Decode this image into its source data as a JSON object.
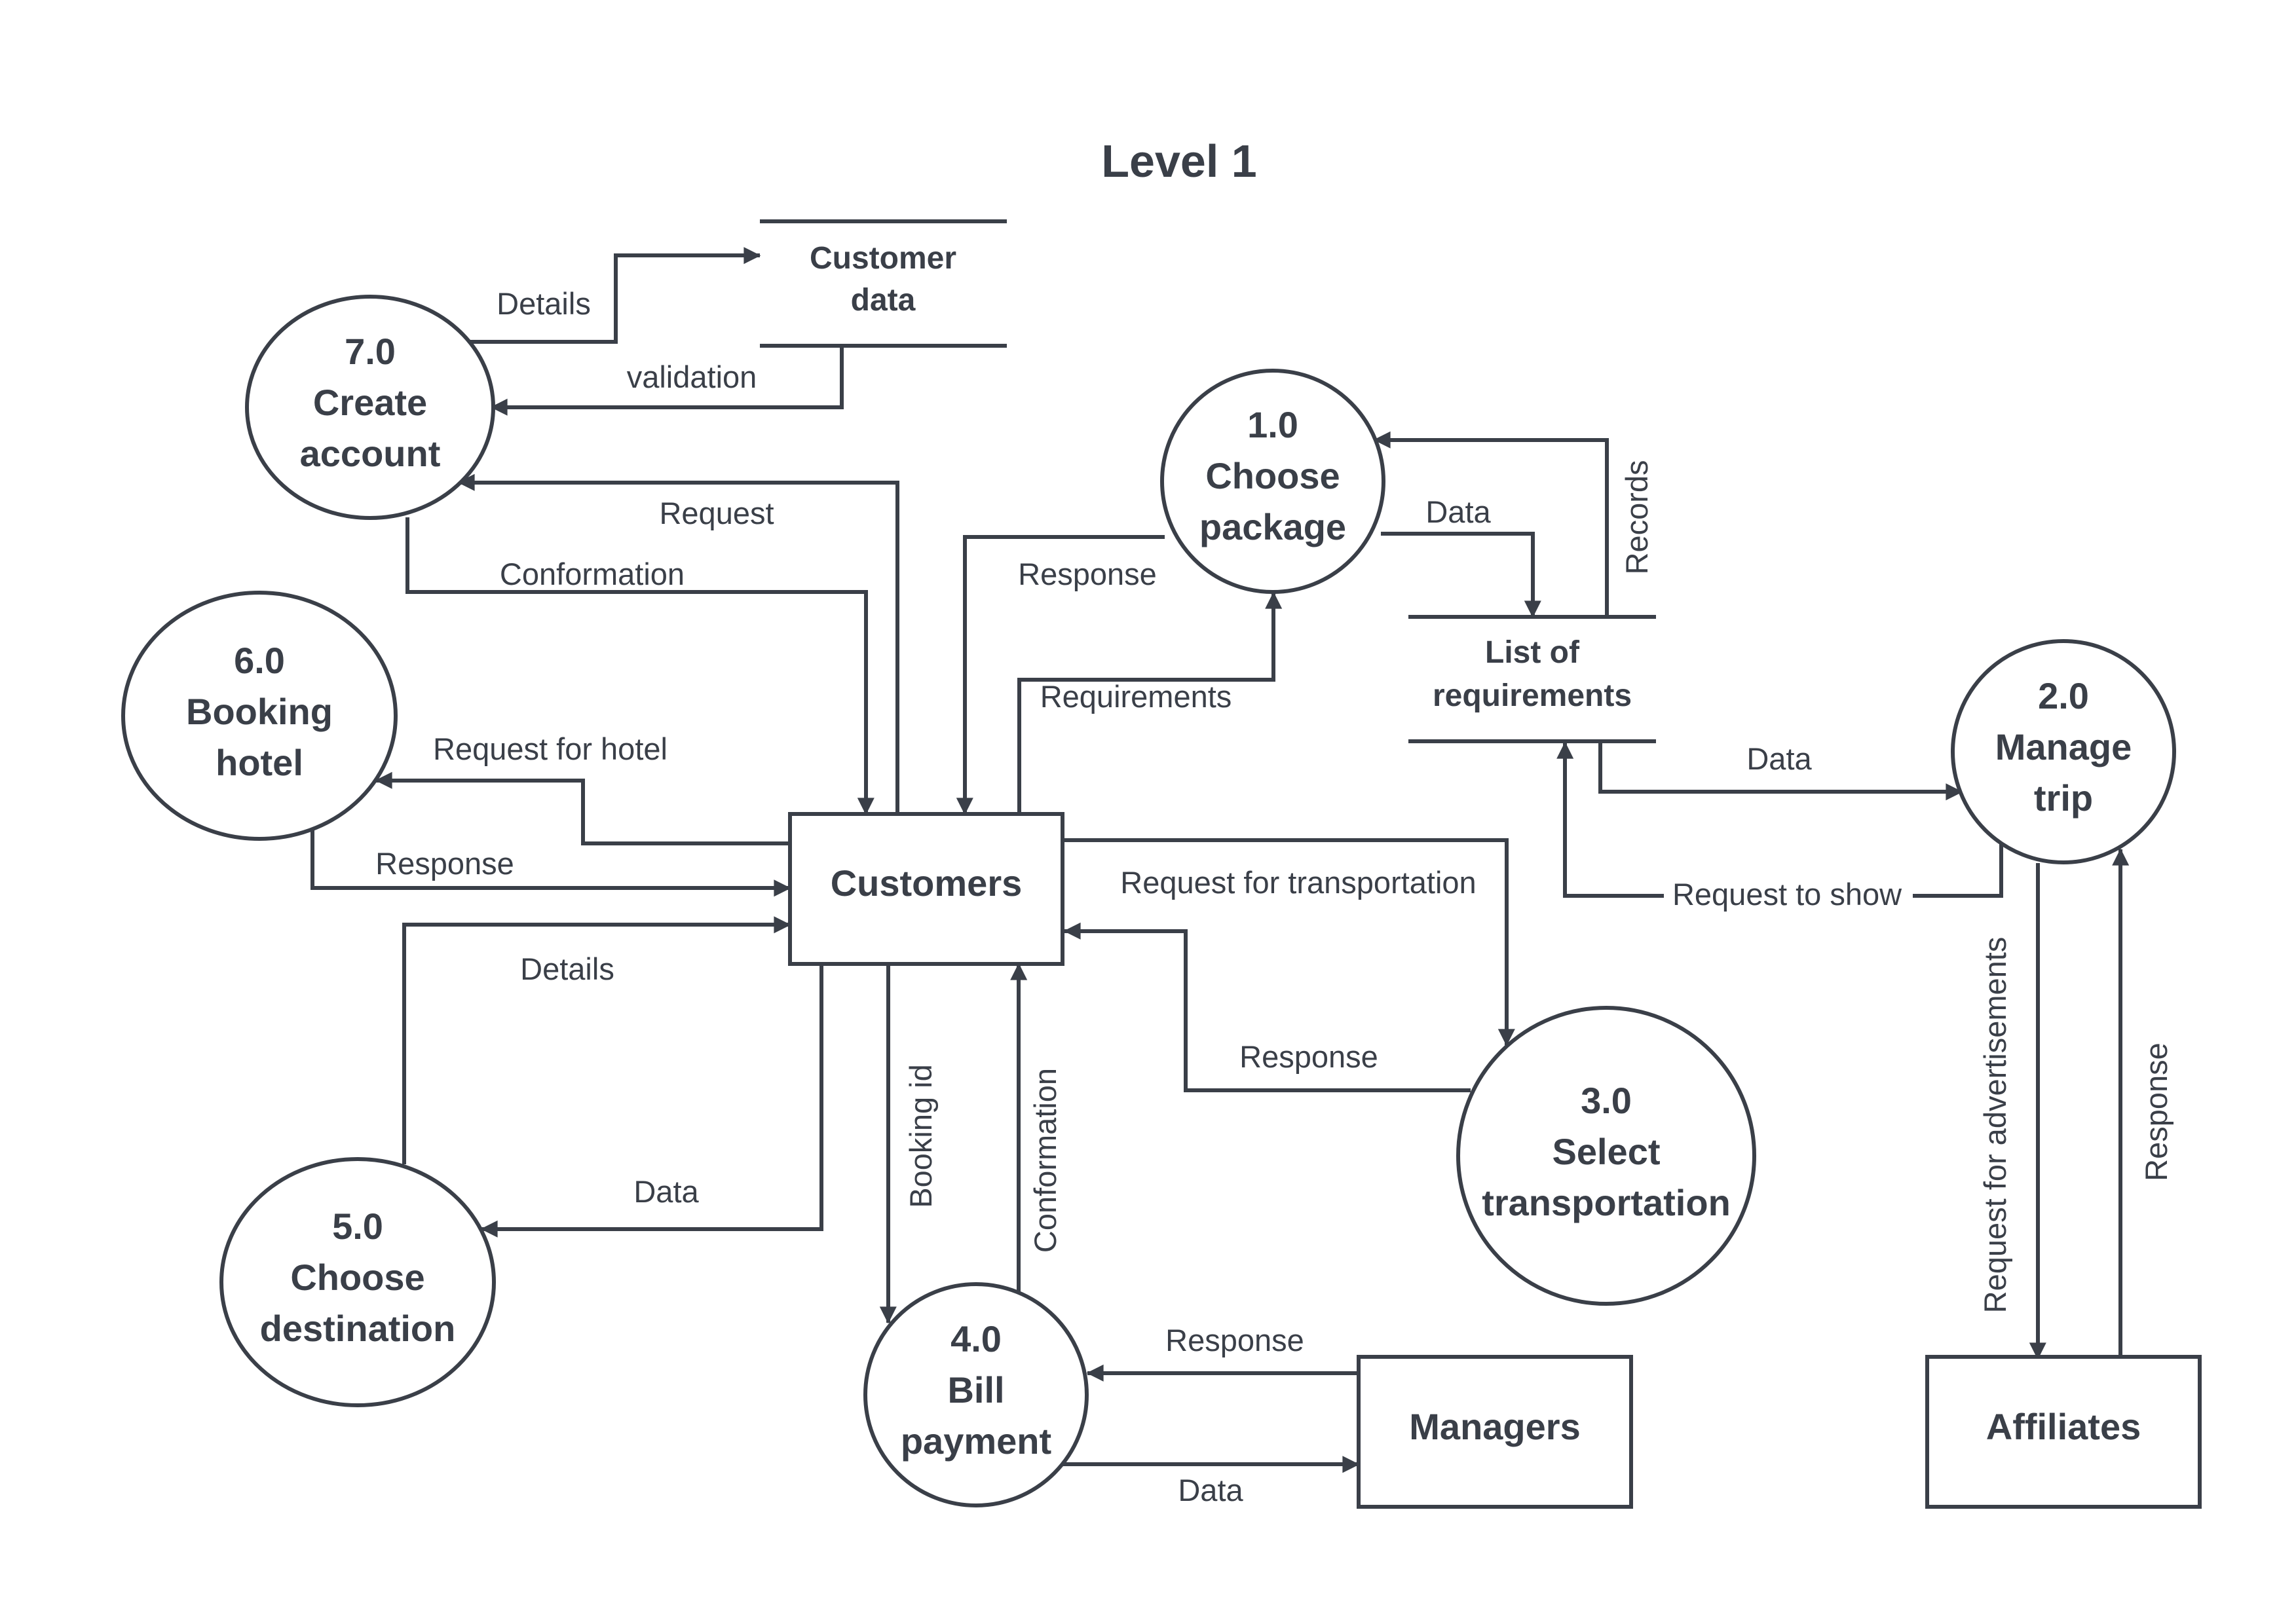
{
  "diagram": {
    "title": "Level 1",
    "processes": [
      {
        "id": "p1",
        "number": "1.0",
        "line1": "Choose",
        "line2": "package"
      },
      {
        "id": "p2",
        "number": "2.0",
        "line1": "Manage",
        "line2": "trip"
      },
      {
        "id": "p3",
        "number": "3.0",
        "line1": "Select",
        "line2": "transportation"
      },
      {
        "id": "p4",
        "number": "4.0",
        "line1": "Bill",
        "line2": "payment"
      },
      {
        "id": "p5",
        "number": "5.0",
        "line1": "Choose",
        "line2": "destination"
      },
      {
        "id": "p6",
        "number": "6.0",
        "line1": "Booking",
        "line2": "hotel"
      },
      {
        "id": "p7",
        "number": "7.0",
        "line1": "Create",
        "line2": "account"
      }
    ],
    "entities": [
      {
        "id": "customers",
        "label": "Customers"
      },
      {
        "id": "managers",
        "label": "Managers"
      },
      {
        "id": "affiliates",
        "label": "Affiliates"
      }
    ],
    "stores": [
      {
        "id": "customer_data",
        "line1": "Customer",
        "line2": "data"
      },
      {
        "id": "requirements",
        "line1": "List of",
        "line2": "requirements"
      }
    ],
    "flows": [
      {
        "id": "f_details_7",
        "label": "Details"
      },
      {
        "id": "f_validation",
        "label": "validation"
      },
      {
        "id": "f_request_7",
        "label": "Request"
      },
      {
        "id": "f_conformation_7",
        "label": "Conformation"
      },
      {
        "id": "f_request_hotel",
        "label": "Request for hotel"
      },
      {
        "id": "f_response_6",
        "label": "Response"
      },
      {
        "id": "f_details_5",
        "label": "Details"
      },
      {
        "id": "f_data_5",
        "label": "Data"
      },
      {
        "id": "f_booking_id",
        "label": "Booking id"
      },
      {
        "id": "f_conformation_4",
        "label": "Conformation"
      },
      {
        "id": "f_response_1",
        "label": "Response"
      },
      {
        "id": "f_requirements",
        "label": "Requirements"
      },
      {
        "id": "f_data_1",
        "label": "Data"
      },
      {
        "id": "f_records",
        "label": "Records"
      },
      {
        "id": "f_data_2",
        "label": "Data"
      },
      {
        "id": "f_request_show",
        "label": "Request to show"
      },
      {
        "id": "f_request_transport",
        "label": "Request for transportation"
      },
      {
        "id": "f_response_3",
        "label": "Response"
      },
      {
        "id": "f_response_mgr",
        "label": "Response"
      },
      {
        "id": "f_data_mgr",
        "label": "Data"
      },
      {
        "id": "f_request_ads",
        "label": "Request for advertisements"
      },
      {
        "id": "f_response_aff",
        "label": "Response"
      }
    ]
  }
}
